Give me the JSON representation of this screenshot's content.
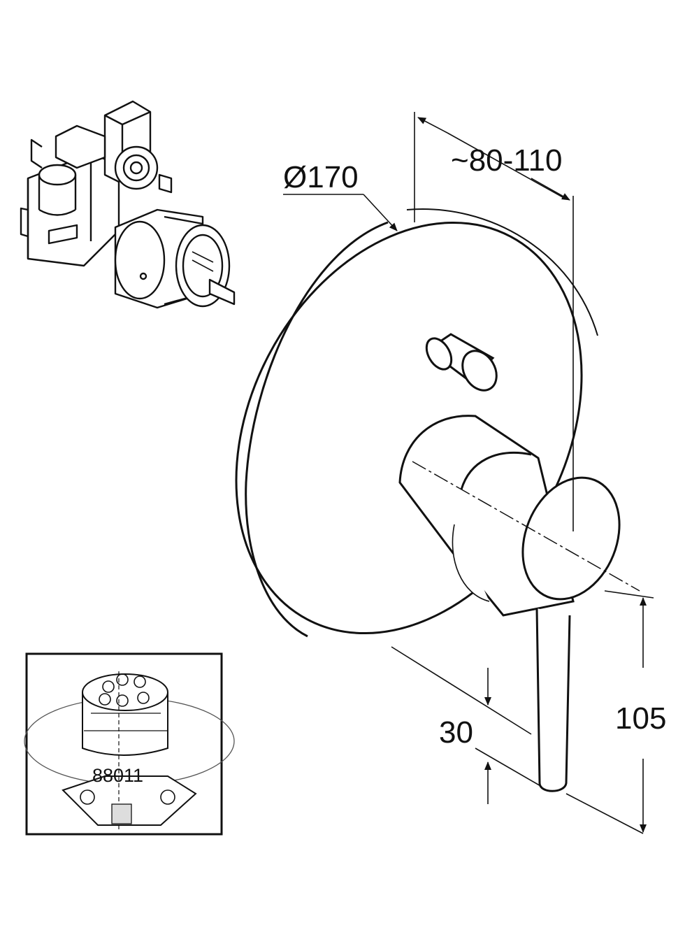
{
  "dimensions": {
    "diameter": "Ø170",
    "projection": "~80-110",
    "lever_height": "30",
    "center_height": "105"
  },
  "inset": {
    "part_number": "88011"
  }
}
